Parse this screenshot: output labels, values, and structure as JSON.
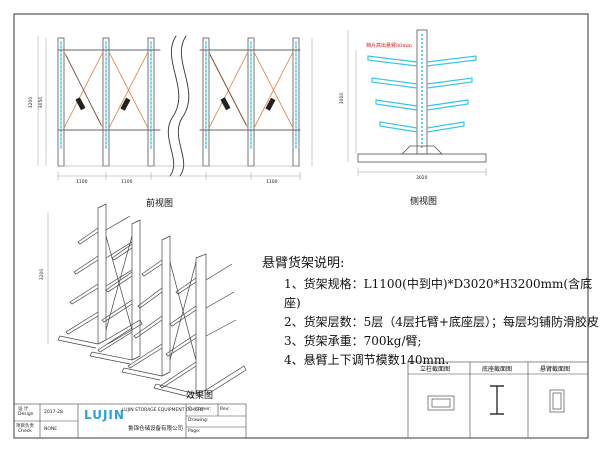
{
  "views": {
    "front": "前视图",
    "side": "侧视图",
    "iso": "效果图"
  },
  "side_note": "档片高出悬臂80mm",
  "notes": {
    "title": "悬臂货架说明:",
    "items": [
      "1、货架规格：L1100(中到中)*D3020*H3200mm(含底座)",
      "2、货架层数：5层（4层托臂+底座层）；每层均铺防滑胶皮",
      "3、货架承重：700kg/臂;",
      "4、悬臂上下调节模数140mm."
    ]
  },
  "sections": {
    "column": "立柱截面图",
    "base": "底座截面图",
    "arm": "悬臂截面图"
  },
  "dims": {
    "front_bays": [
      "1100",
      "1100",
      "1100"
    ],
    "front_height": "3200",
    "front_height2": "3050",
    "side_depth": "3020",
    "side_height": "3000",
    "iso_height": "3200"
  },
  "title_block": {
    "designer_label": "设 计",
    "designer_en": "Design",
    "date": "2017-28",
    "checker_label": "项目负责",
    "checker_en": "Check",
    "scale": "NONE",
    "logo": "LUJIN",
    "company_en": "LUJIN STORAGE EQUIPMENT CO.,LTD",
    "company_cn": "鲁锦仓储设备有限公司",
    "customer_label": "Customer:",
    "rev_label": "Rev:",
    "drawing_label": "Drawing:",
    "page_label": "Page:"
  }
}
